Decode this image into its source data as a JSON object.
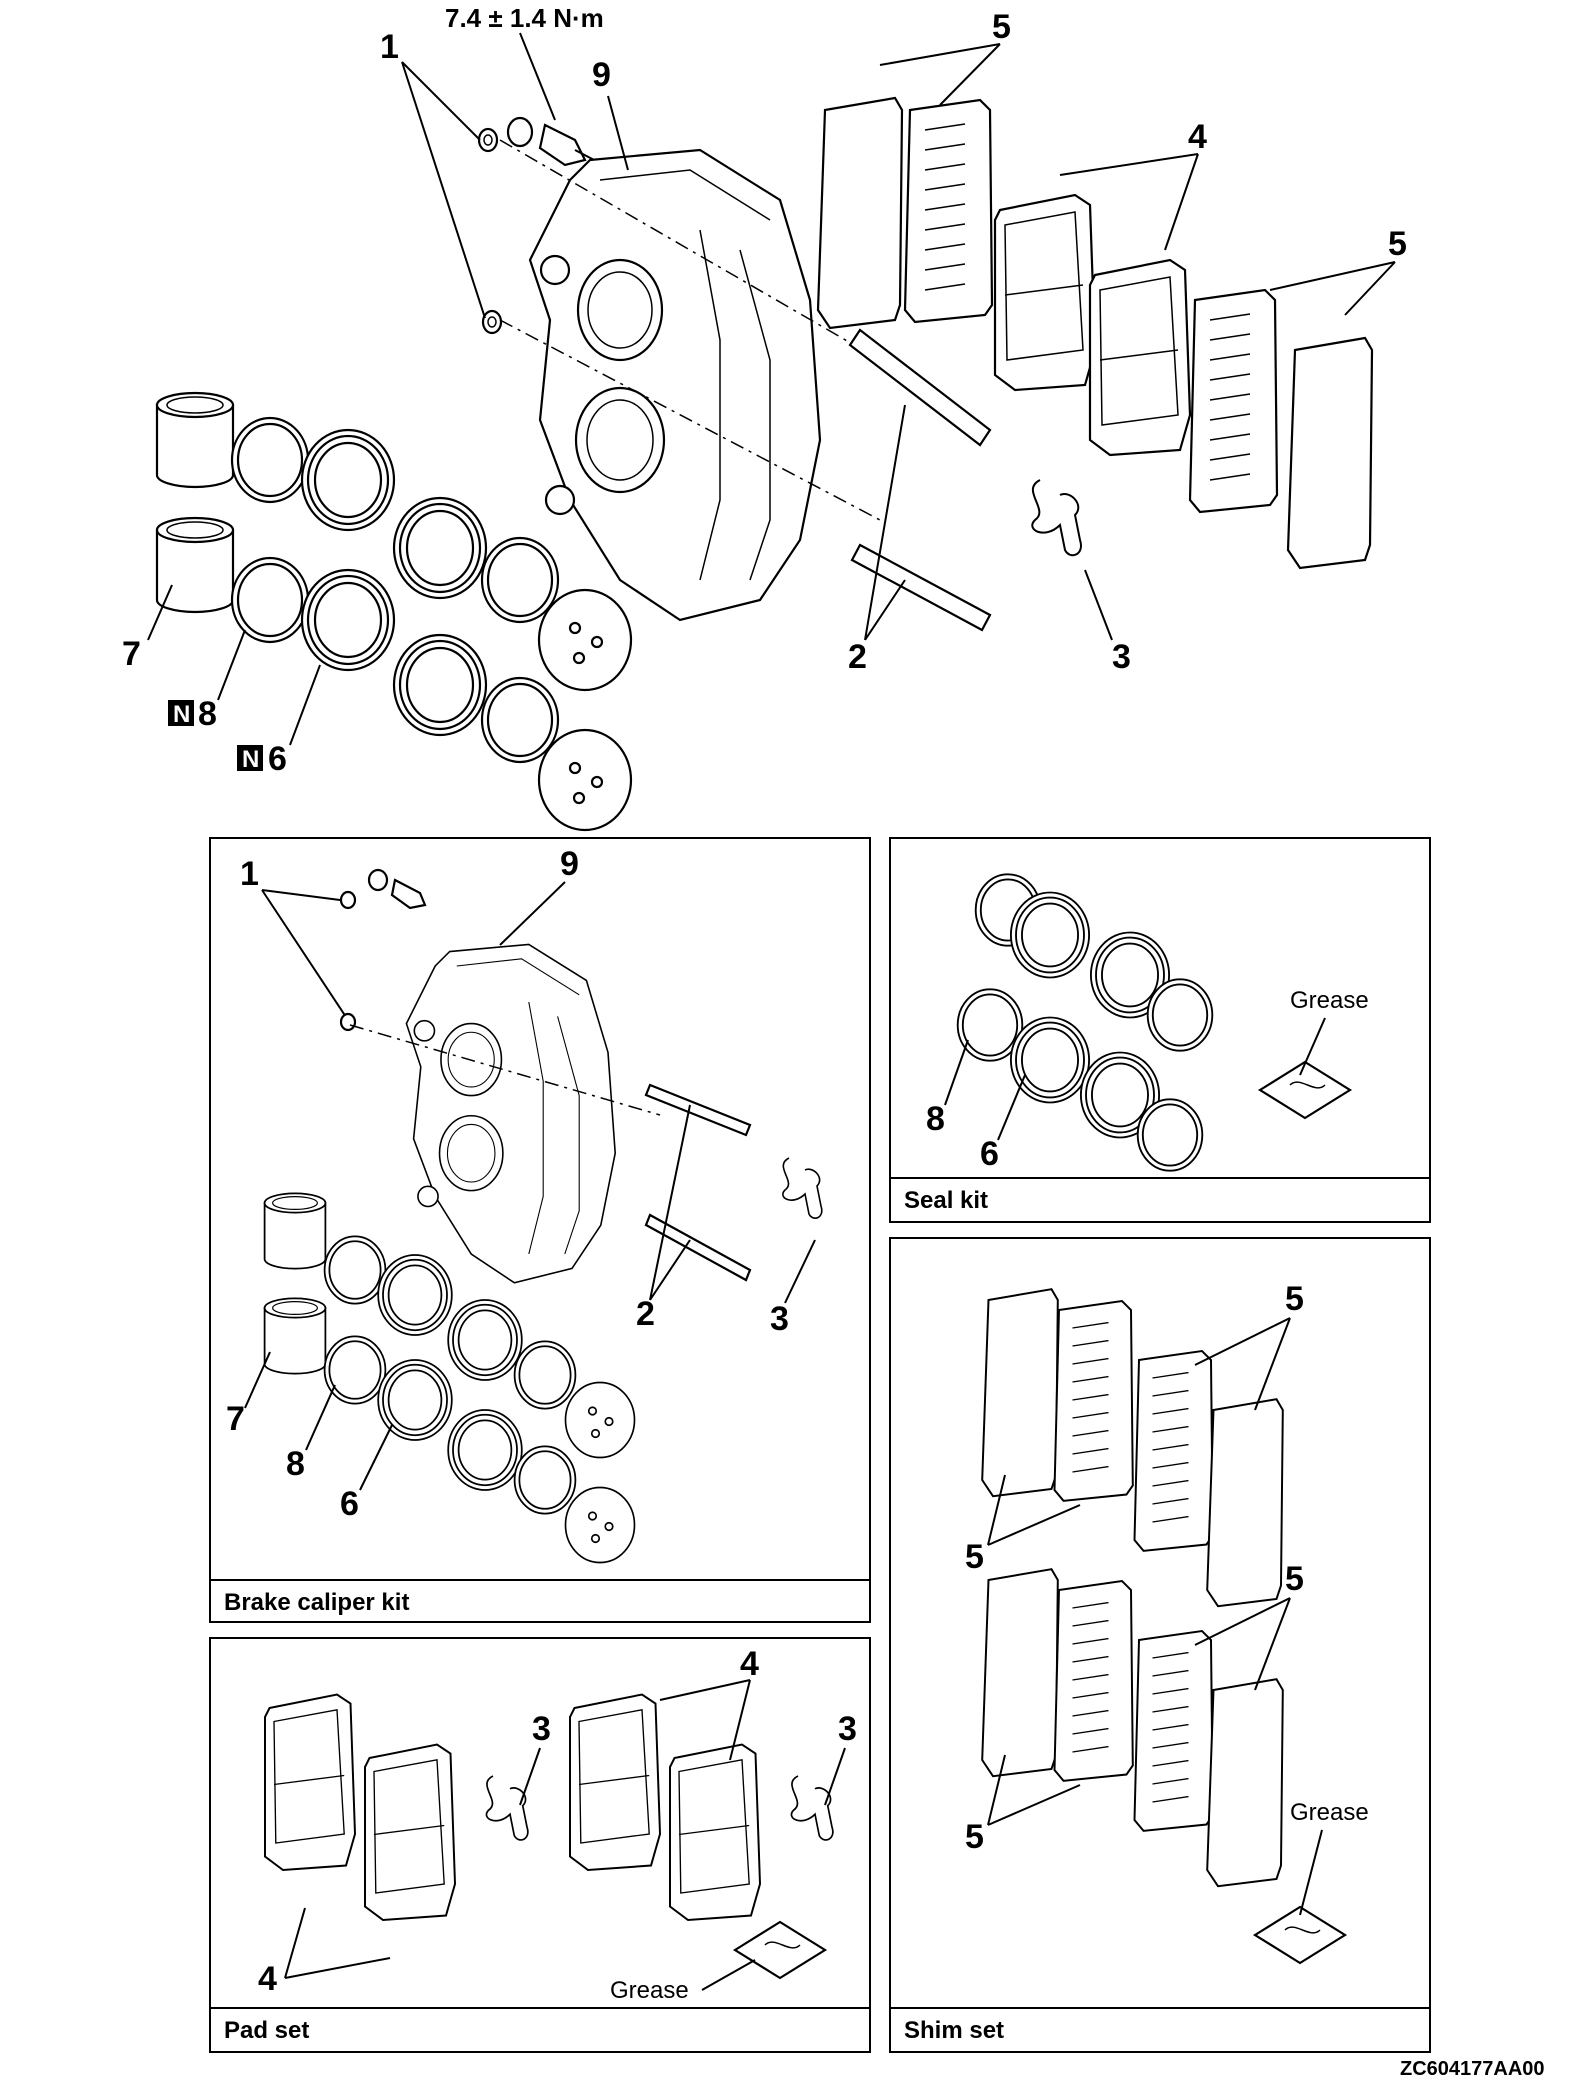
{
  "torque": "7.4 ± 1.4 N·m",
  "labels": {
    "n1": "1",
    "n2": "2",
    "n3": "3",
    "n4": "4",
    "n5": "5",
    "n6": "6",
    "n7": "7",
    "n8": "8",
    "n9": "9"
  },
  "new_part_symbol": "N",
  "panels": {
    "brake_caliper_kit": "Brake caliper kit",
    "seal_kit": "Seal kit",
    "pad_set": "Pad set",
    "shim_set": "Shim set"
  },
  "grease": "Grease",
  "figure_code": "ZC604177AA00"
}
